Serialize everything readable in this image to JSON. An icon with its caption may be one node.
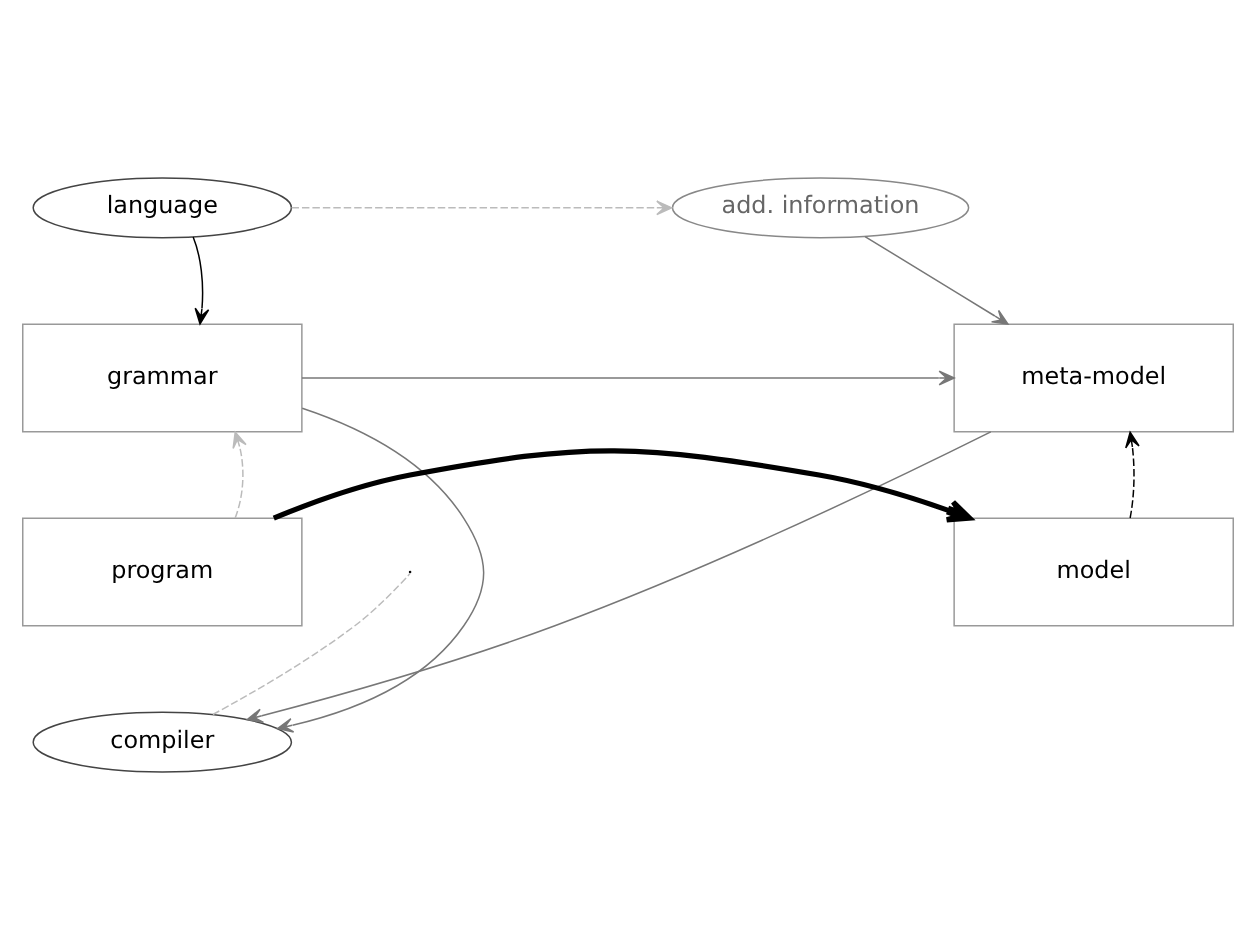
{
  "diagram": {
    "nodes": [
      {
        "text": [
          "language"
        ]
      },
      {
        "text": [
          "add. information"
        ]
      },
      {
        "text": [
          "grammar"
        ]
      },
      {
        "text": [
          "meta-model"
        ]
      },
      {
        "text": [
          "program"
        ]
      },
      {
        "text": [
          "model"
        ]
      },
      {
        "text": [
          "compiler"
        ]
      }
    ],
    "edges": [
      {
        "from": 0,
        "to": 1,
        "arrow": "to",
        "style": "dashed",
        "color": "#bbbbbb"
      },
      {
        "from": 0,
        "to": 2,
        "arrow": "to",
        "color": "#000000"
      },
      {
        "from": 1,
        "to": 3,
        "arrow": "to"
      },
      {
        "from": 2,
        "to": 3,
        "arrow": "to"
      },
      {
        "from": 4,
        "to": 2,
        "arrow": "to",
        "style": "dashed",
        "color": "#bbbbbb"
      },
      {
        "from": 5,
        "to": 3,
        "arrow": "to",
        "style": "dashed",
        "color": "#000000"
      },
      {
        "from": 4,
        "to": 5,
        "arrow": "to",
        "style": "thick",
        "color": "#000000"
      },
      {
        "from": 6,
        "to": null,
        "arrow": "none",
        "style": "dashed",
        "color": "#bbbbbb"
      },
      {
        "from": 2,
        "to": 6,
        "arrow": "to"
      },
      {
        "from": 3,
        "to": 6,
        "arrow": "to"
      }
    ]
  }
}
